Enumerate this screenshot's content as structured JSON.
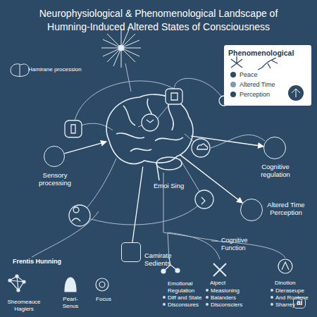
{
  "diagram": {
    "title": "Neurophysiological & Phenomenological Landscape of Humning-Induced Altered States of Consciousness",
    "nodes": [
      {
        "text": [
          "Phenomenological"
        ]
      },
      {
        "text": [
          "Sensory processing"
        ]
      },
      {
        "text": [
          "Emoi Sing"
        ]
      },
      {
        "text": [
          "Cognitive regulation"
        ]
      },
      {
        "text": [
          "Altered Time Perception"
        ]
      },
      {
        "text": [
          "Camirate Sedients"
        ]
      }
    ],
    "edges": [
      {
        "from": 1,
        "to": 2,
        "arrow": "to"
      },
      {
        "from": 2,
        "to": 3,
        "arrow": "to"
      },
      {
        "from": 2,
        "to": 4,
        "arrow": "to"
      },
      {
        "from": 2,
        "to": 5,
        "arrow": "none"
      }
    ],
    "labels": [
      "Hamirane procession",
      "Cognitive Function",
      "Frentis Hunning",
      "Sheomeauce Hagiers",
      "Pearl- Senus",
      "Focus",
      "Emotional Regulation",
      "Diff and State",
      "Disconsures",
      "Alpect",
      "Measioning",
      "Balanders",
      "Disconsciers",
      "Dinotion",
      "Dieraseupe",
      "And Rootene",
      "Sharrey",
      "ai"
    ],
    "legend": [
      {
        "text": "Peace",
        "color": "#2c4965"
      },
      {
        "text": "Altered Time",
        "color": "#7d98b3"
      },
      {
        "text": "Perception",
        "color": "#2c4965"
      }
    ]
  }
}
